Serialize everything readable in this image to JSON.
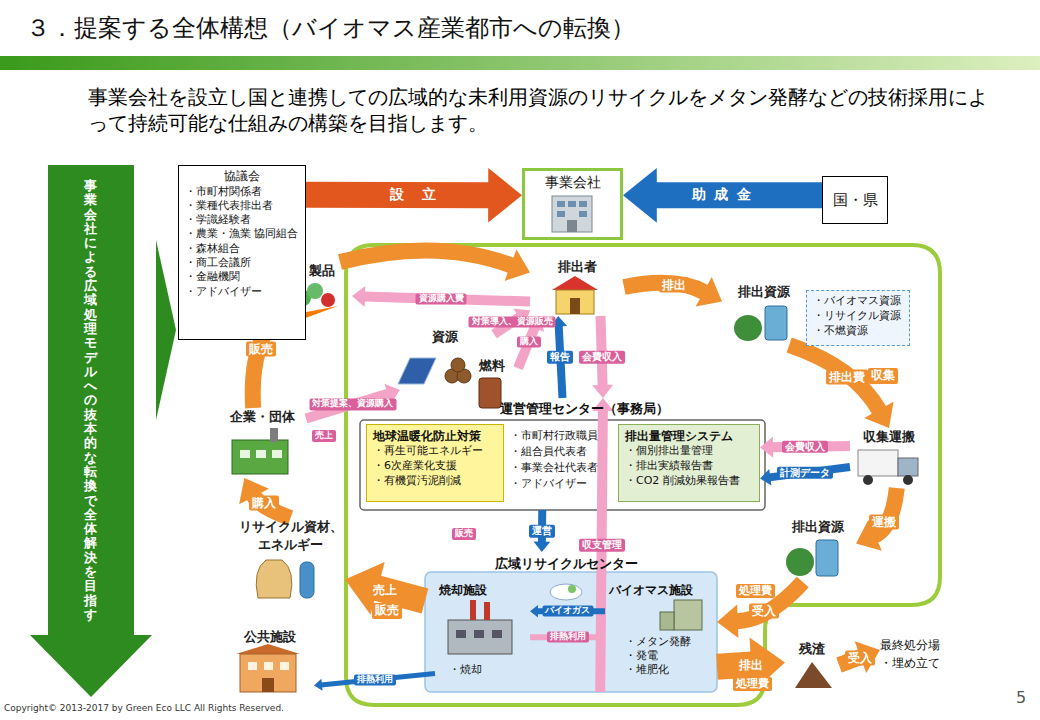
{
  "diagram": {
    "title": "３．提案する全体構想（バイオマス産業都市への転換）",
    "nodes": [
      {
        "text": [
          "協議会",
          "・市町村関係者",
          "・業種代表排出者",
          "・学識経験者",
          "・農業・漁業 協同組合",
          "・森林組合",
          "・商工会議所",
          "・金融機関",
          "・アドバイザー"
        ]
      },
      {
        "text": [
          "事業会社"
        ]
      },
      {
        "text": [
          "国・県"
        ]
      },
      {
        "text": [
          "事業会社による広域処理モデルへの抜本的な転換で全体解決を目指す"
        ]
      },
      {
        "text": [
          "排出者"
        ]
      },
      {
        "text": [
          "排出資源"
        ]
      },
      {
        "text": [
          "・バイオマス資源",
          "・リサイクル資源",
          "・不燃資源"
        ]
      },
      {
        "text": [
          "製品"
        ]
      },
      {
        "text": [
          "資源"
        ]
      },
      {
        "text": [
          "燃料"
        ]
      },
      {
        "text": [
          "運営管理センター（事務局）",
          "・市町村行政職員",
          "・組合員代表者",
          "・事業会社代表者",
          "・アドバイザー"
        ]
      },
      {
        "text": [
          "地球温暖化防止対策",
          "・再生可能エネルギー",
          "・6次産業化支援",
          "・有機質汚泥削減"
        ],
        "in": 10
      },
      {
        "text": [
          "排出量管理システム",
          "・個別排出量管理",
          "・排出実績報告書",
          "・CO2 削減効果報告書"
        ],
        "in": 10
      },
      {
        "text": [
          "収集運搬"
        ]
      },
      {
        "text": [
          "企業・団体"
        ]
      },
      {
        "text": [
          "リサイクル資材、エネルギー"
        ]
      },
      {
        "text": [
          "排出資源"
        ]
      },
      {
        "text": [
          "広域リサイクルセンター"
        ]
      },
      {
        "text": [
          "焼却施設",
          "・焼却"
        ],
        "in": 17
      },
      {
        "text": [
          "バイオマス施設",
          "・メタン発酵",
          "・発電",
          "・堆肥化"
        ],
        "in": 17
      },
      {
        "text": [
          "公共施設"
        ]
      },
      {
        "text": [
          "残渣"
        ]
      },
      {
        "text": [
          "最終処分場",
          "・埋め立て"
        ]
      }
    ],
    "edges": [
      {
        "from": 0,
        "to": 1,
        "label": "設　立",
        "arrow": "to"
      },
      {
        "from": 2,
        "to": 1,
        "label": "助 成 金",
        "arrow": "to"
      },
      {
        "from": 4,
        "to": 5,
        "label": "排出",
        "arrow": "to"
      },
      {
        "from": 5,
        "to": 13,
        "label": "排出費",
        "arrow": "to"
      },
      {
        "from": 13,
        "to": 16,
        "label": "運搬",
        "arrow": "to"
      },
      {
        "from": 16,
        "to": 17,
        "label": "受入",
        "arrow": "to"
      },
      {
        "from": 17,
        "to": 21,
        "label": "排出",
        "arrow": "to"
      },
      {
        "from": 21,
        "to": 22,
        "label": "受入",
        "arrow": "to"
      },
      {
        "from": 17,
        "to": 15,
        "label": "売上",
        "arrow": "to"
      },
      {
        "from": 15,
        "to": 14,
        "label": "購入",
        "arrow": "to"
      },
      {
        "from": 14,
        "to": 7,
        "label": "販売",
        "arrow": "to"
      },
      {
        "from": 7,
        "to": 4,
        "arrow": "to"
      },
      {
        "from": 4,
        "to": 7,
        "label": "資源購入費",
        "arrow": "to"
      },
      {
        "from": 8,
        "to": 4,
        "label": "対策導入、資源販売",
        "arrow": "to"
      },
      {
        "from": 9,
        "to": 4,
        "label": "購入",
        "arrow": "to"
      },
      {
        "from": 14,
        "to": 8,
        "label": "対策提案、資源購入",
        "arrow": "to"
      },
      {
        "from": 13,
        "to": 12,
        "label": "計測データ",
        "arrow": "to"
      },
      {
        "from": 13,
        "to": 12,
        "label": "会費収入",
        "arrow": "to"
      },
      {
        "from": 10,
        "to": 4,
        "label": "報告",
        "arrow": "to"
      },
      {
        "from": 4,
        "to": 10,
        "label": "会費収入",
        "arrow": "to"
      },
      {
        "from": 10,
        "to": 17,
        "label": "運営",
        "arrow": "to"
      },
      {
        "from": 17,
        "to": 10,
        "label": "収支管理",
        "arrow": "to"
      },
      {
        "from": 19,
        "to": 18,
        "label": "バイオガス",
        "arrow": "to"
      },
      {
        "from": 18,
        "to": 19,
        "label": "排熱利用",
        "arrow": "to"
      },
      {
        "from": 18,
        "to": 20,
        "label": "排熱利用",
        "arrow": "to"
      }
    ],
    "labels": [
      "事業会社を設立し国と連携しての広域的な未利用資源のリサイクルをメタン発酵などの技術採用によって持続可能な仕組みの構築を目指します。",
      "収集",
      "処理費",
      "処理費",
      "販売",
      "売上",
      "販売",
      "Copyright© 2013-2017 by Green Eco LLC All Rights Reserved.",
      "5"
    ]
  }
}
